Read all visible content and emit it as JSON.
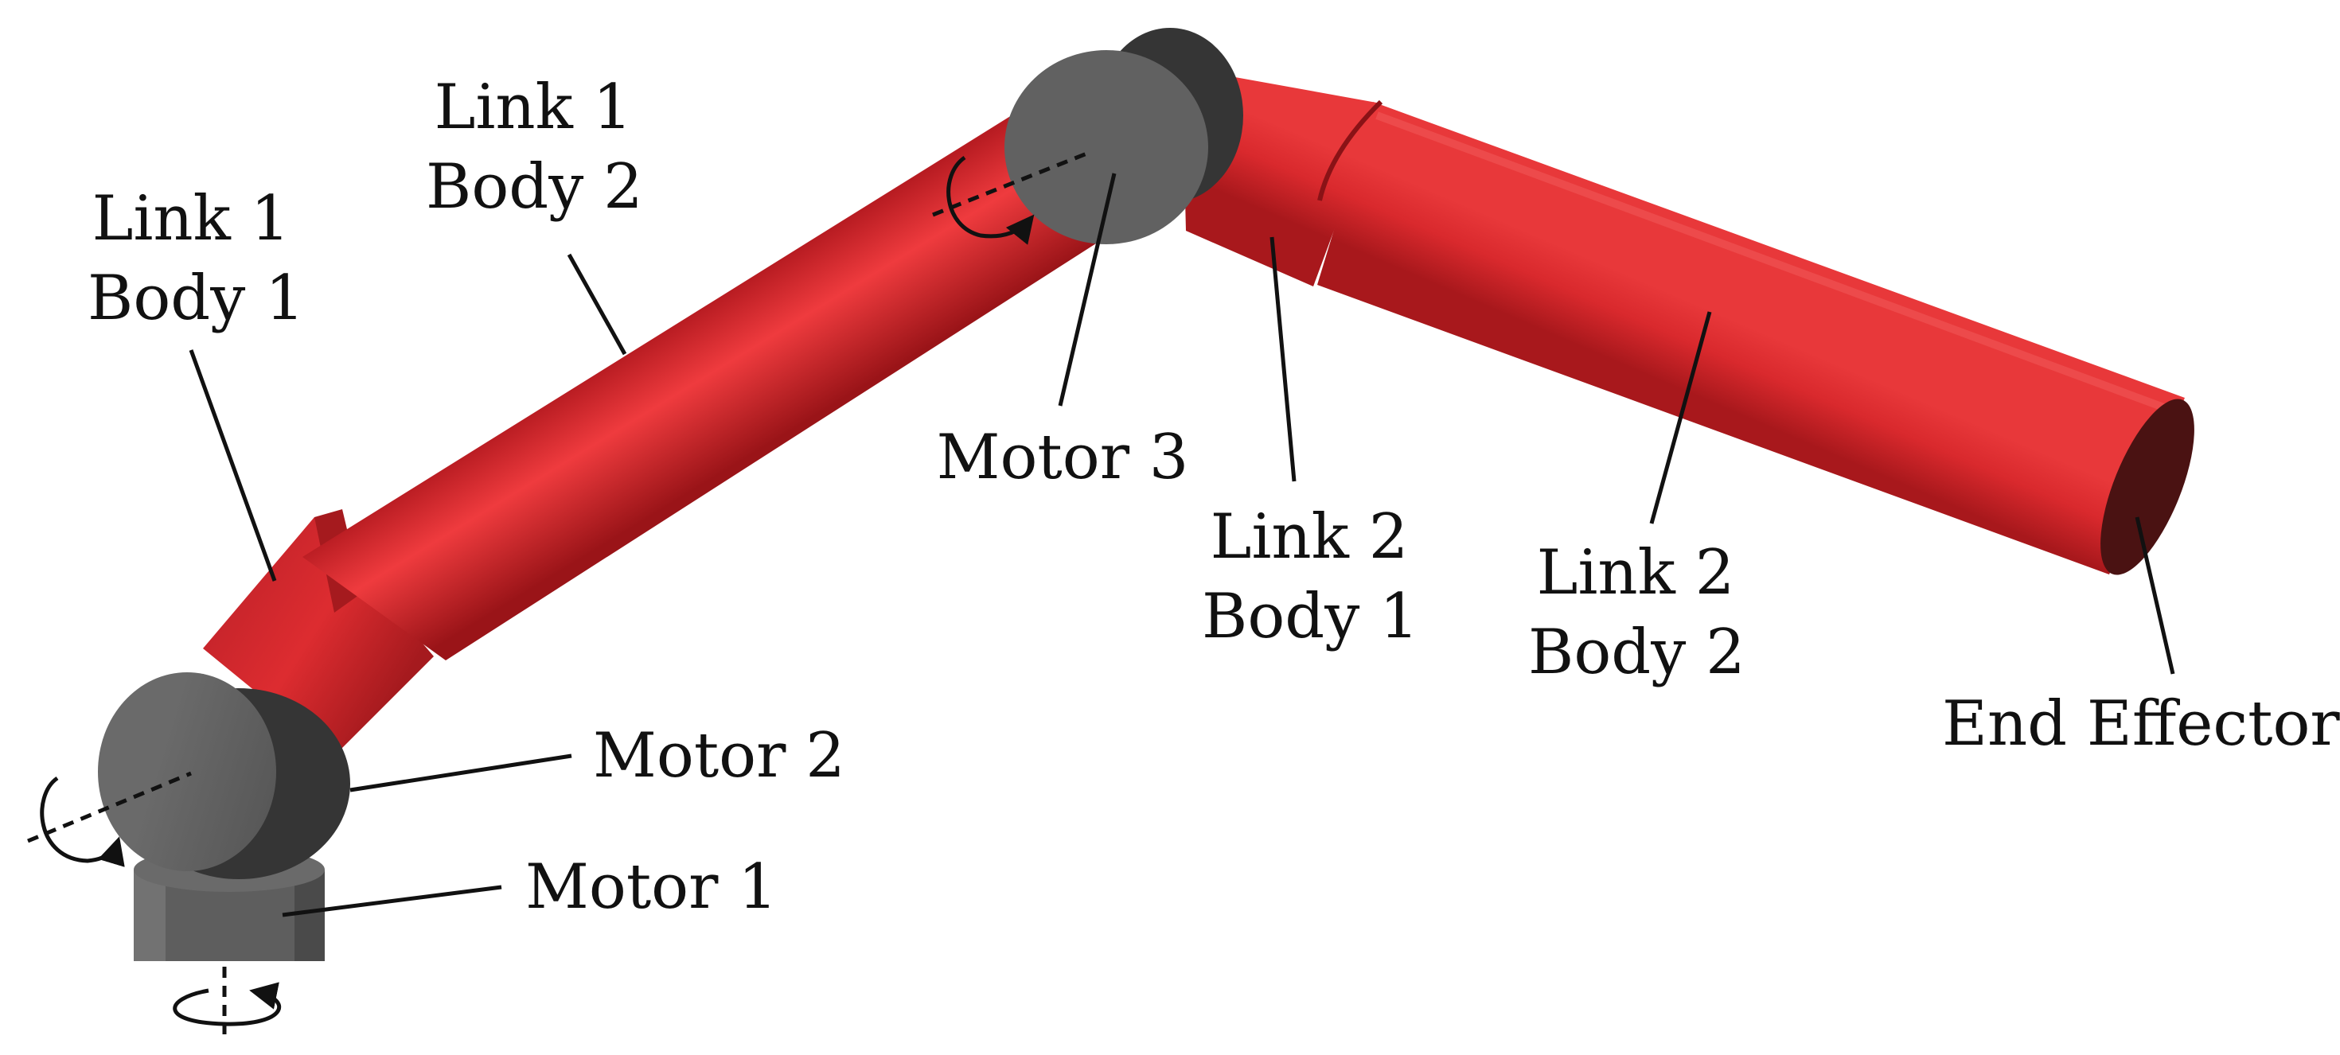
{
  "labels": {
    "link1_body1": [
      "Link 1",
      "Body 1"
    ],
    "link1_body2": [
      "Link 1",
      "Body 2"
    ],
    "motor3": "Motor 3",
    "link2_body1": [
      "Link 2",
      "Body 1"
    ],
    "link2_body2": [
      "Link 2",
      "Body 2"
    ],
    "end_effector": "End Effector",
    "motor2": "Motor 2",
    "motor1": "Motor 1"
  },
  "colors": {
    "link_red": "#d5282c",
    "motor_gray": "#5f5f5f",
    "dark_gray": "#3a3a3a",
    "end_cap": "#4a1212"
  }
}
